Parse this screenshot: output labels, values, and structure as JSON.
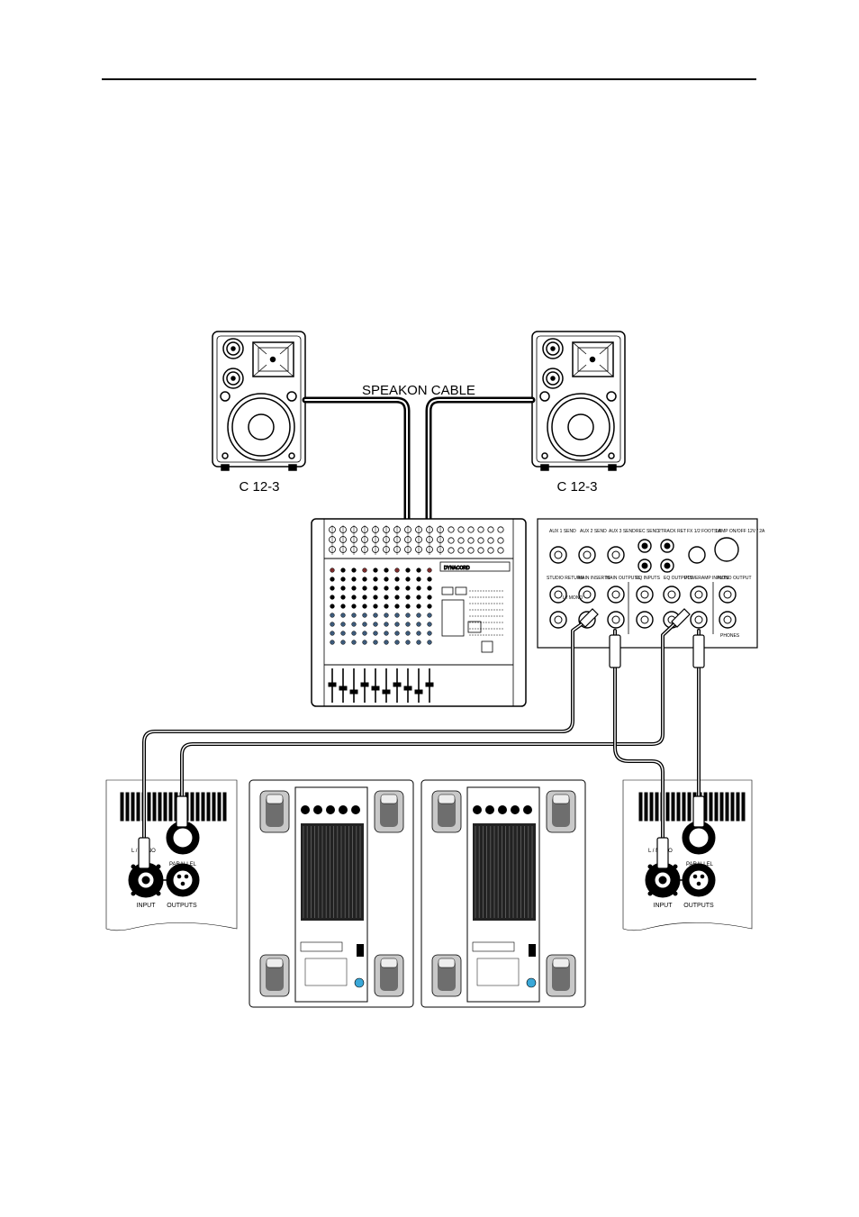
{
  "labels": {
    "cable": "SPEAKON CABLE",
    "speaker_left": "C 12-3",
    "speaker_right": "C 12-3"
  },
  "patchbay": {
    "row1": [
      "AUX 1 SEND",
      "AUX 2 SEND",
      "AUX 3 SEND",
      "REC SEND",
      "2TRACK RET",
      "FX 1/2 FOOTSW",
      "LAMP ON/OFF 12V / 2A"
    ],
    "row2": [
      "STUDIO RETURN",
      "MAIN INSERTS",
      "MAIN OUTPUTS",
      "EQ INPUTS",
      "EQ OUTPUTS",
      "POWERAMP INPUTS",
      "MONO OUTPUT"
    ],
    "other": [
      "L / MONO",
      "PHONES"
    ]
  },
  "sub_panel_left": {
    "input_label": "INPUT",
    "outputs_label": "OUTPUTS",
    "lmono_label": "L / MONO",
    "parallel_label": "PARALLEL"
  },
  "sub_panel_right": {
    "input_label": "INPUT",
    "outputs_label": "OUTPUTS",
    "lmono_label": "L / MONO",
    "parallel_label": "PARALLEL"
  },
  "brand": "DYNACORD"
}
